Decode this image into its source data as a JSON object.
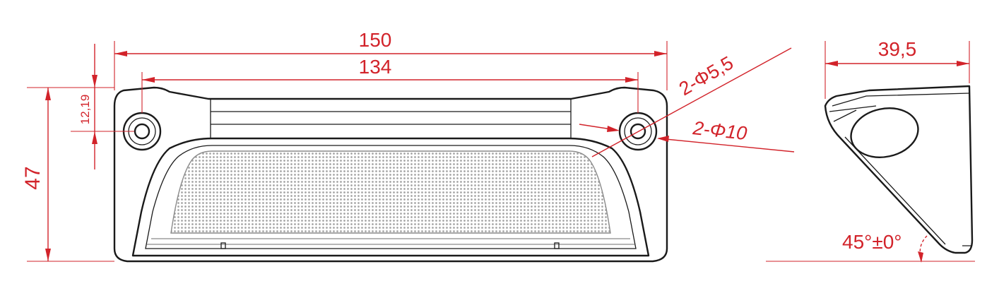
{
  "dimensions": {
    "overall_width": "150",
    "hole_spacing": "134",
    "height": "47",
    "hole_offset": "12,19",
    "small_hole": "2-Φ5,5",
    "large_hole": "2-Φ10",
    "depth": "39,5",
    "angle": "45°±0°"
  },
  "colors": {
    "dimension": "#d2232a",
    "outline": "#1a1a1a",
    "lens_grid": "#9a9a9a"
  }
}
